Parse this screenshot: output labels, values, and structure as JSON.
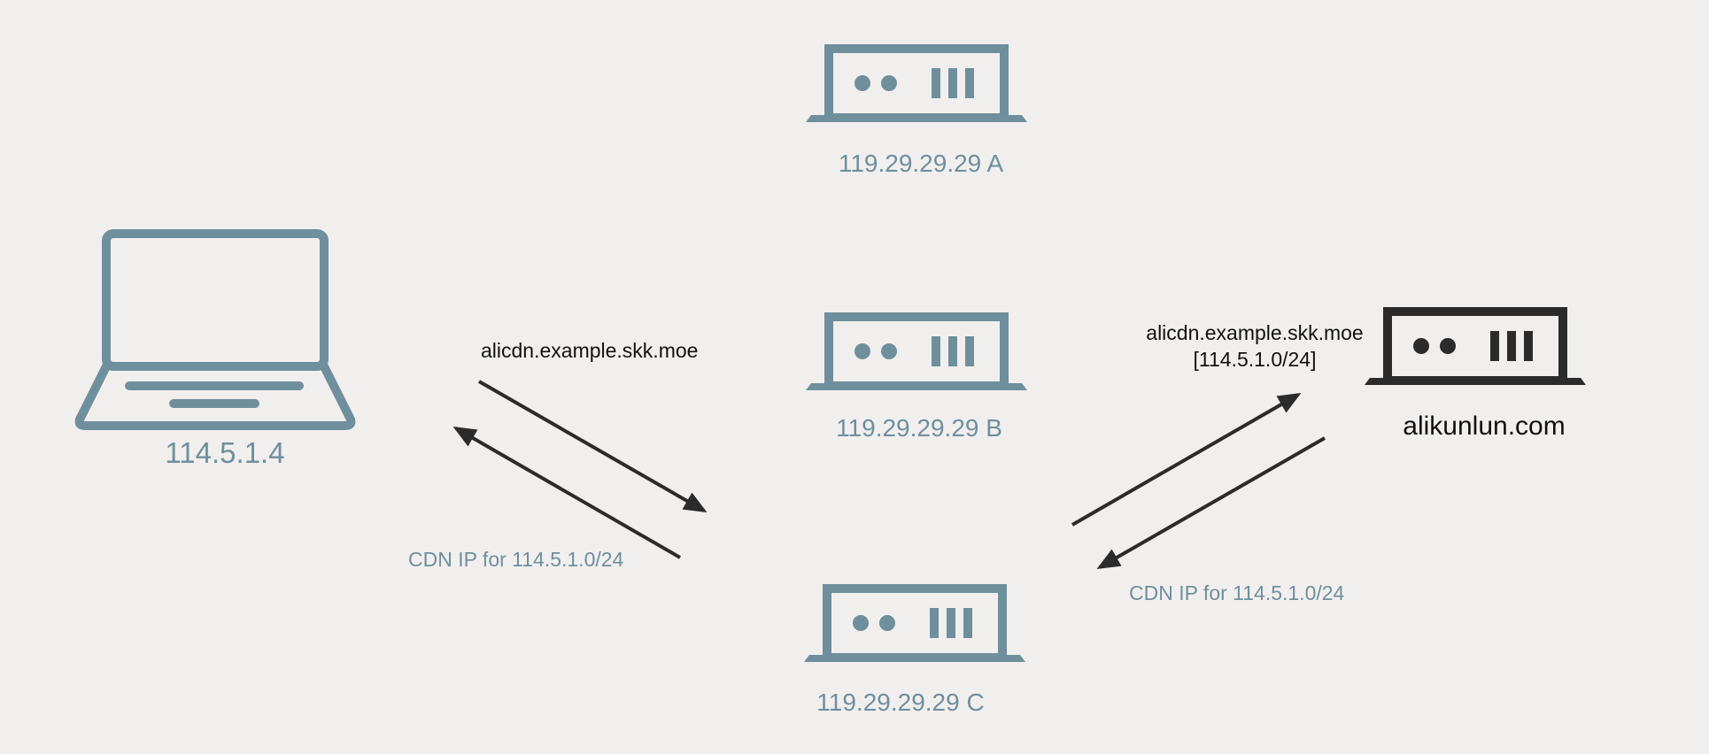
{
  "colors": {
    "background": "#f1efee",
    "device_blue": "#6f8f9c",
    "origin_dark": "#2b2b2b",
    "arrow": "#2b2b2b",
    "label_dark": "#111111"
  },
  "nodes": {
    "laptop": {
      "icon": "laptop-icon",
      "label": "114.5.1.4"
    },
    "server_a": {
      "icon": "server-icon",
      "label": "119.29.29.29 A"
    },
    "server_b": {
      "icon": "server-icon",
      "label": "119.29.29.29 B"
    },
    "server_c": {
      "icon": "server-icon",
      "label": "119.29.29.29 C"
    },
    "origin": {
      "icon": "server-icon",
      "label": "alikunlun.com"
    }
  },
  "edges": {
    "query_to_resolver": {
      "label": "alicdn.example.skk.moe"
    },
    "answer_to_client": {
      "label": "CDN IP for 114.5.1.0/24"
    },
    "query_to_origin": {
      "label_line1": "alicdn.example.skk.moe",
      "label_line2": "[114.5.1.0/24]"
    },
    "answer_from_origin": {
      "label": "CDN IP for 114.5.1.0/24"
    }
  }
}
